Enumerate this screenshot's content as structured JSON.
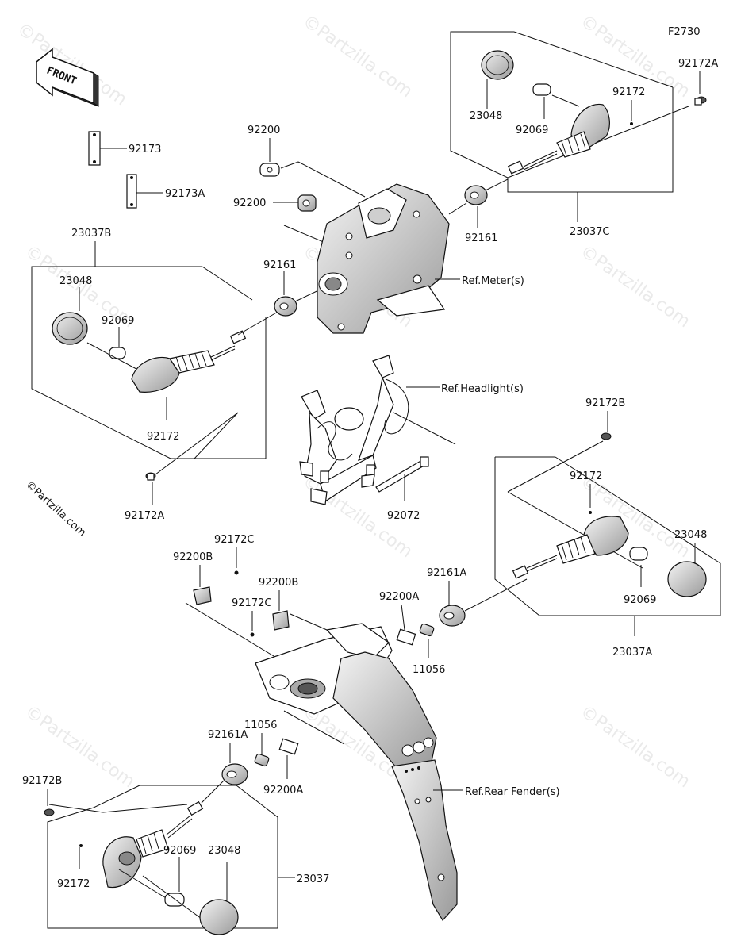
{
  "figure_code": "F2730",
  "front_arrow_label": "FRONT",
  "copyright": "©Partzilla.com",
  "watermark": "©Partzilla.com",
  "references": {
    "meter": "Ref.Meter(s)",
    "headlight": "Ref.Headlight(s)",
    "rear_fender": "Ref.Rear Fender(s)"
  },
  "callouts": {
    "p92173": "92173",
    "p92173A": "92173A",
    "p23037B": "23037B",
    "p23048_left": "23048",
    "p92069_left": "92069",
    "p92172_left": "92172",
    "p92172A_left": "92172A",
    "p92200_top": "92200",
    "p92200_mid": "92200",
    "p92161_center": "92161",
    "p92161_right": "92161",
    "p23048_topright": "23048",
    "p92069_topright": "92069",
    "p92172_topright": "92172",
    "p92172A_topright": "92172A",
    "p23037C": "23037C",
    "p92072": "92072",
    "p92172B_right": "92172B",
    "p92172_right": "92172",
    "p23048_right": "23048",
    "p92069_right": "92069",
    "p92161A_right": "92161A",
    "p23037A": "23037A",
    "p92172C_top": "92172C",
    "p92200B_left": "92200B",
    "p92200B_mid": "92200B",
    "p92172C_mid": "92172C",
    "p92200A_right": "92200A",
    "p11056_right": "11056",
    "p11056_left": "11056",
    "p92161A_left": "92161A",
    "p92200A_left": "92200A",
    "p92172B_left": "92172B",
    "p92069_bottom": "92069",
    "p23048_bottom": "23048",
    "p92172_bottom": "92172",
    "p23037": "23037"
  }
}
